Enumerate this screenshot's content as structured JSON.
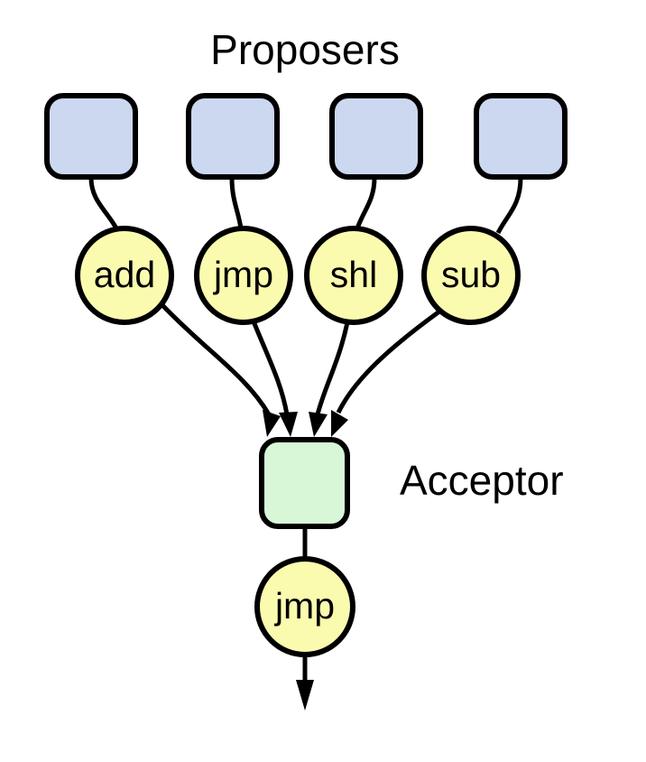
{
  "diagram": {
    "title_label": "Proposers",
    "acceptor_label": "Acceptor",
    "colors": {
      "proposer_box_fill": "#ccd8f0",
      "instruction_circle_fill": "#fbfbaf",
      "acceptor_box_fill": "#d7f7d7",
      "stroke": "#000000",
      "background": "#ffffff"
    },
    "proposers": [
      {
        "box_label": "",
        "instruction": "add"
      },
      {
        "box_label": "",
        "instruction": "jmp"
      },
      {
        "box_label": "",
        "instruction": "shl"
      },
      {
        "box_label": "",
        "instruction": "sub"
      }
    ],
    "acceptor": {
      "box_label": "",
      "instruction": "jmp"
    }
  }
}
